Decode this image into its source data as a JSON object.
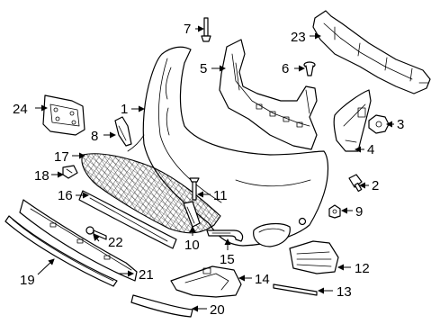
{
  "callouts": [
    {
      "id": "1",
      "label": "1"
    },
    {
      "id": "2",
      "label": "2"
    },
    {
      "id": "3",
      "label": "3"
    },
    {
      "id": "4",
      "label": "4"
    },
    {
      "id": "5",
      "label": "5"
    },
    {
      "id": "6",
      "label": "6"
    },
    {
      "id": "7",
      "label": "7"
    },
    {
      "id": "8",
      "label": "8"
    },
    {
      "id": "9",
      "label": "9"
    },
    {
      "id": "10",
      "label": "10"
    },
    {
      "id": "11",
      "label": "11"
    },
    {
      "id": "12",
      "label": "12"
    },
    {
      "id": "13",
      "label": "13"
    },
    {
      "id": "14",
      "label": "14"
    },
    {
      "id": "15",
      "label": "15"
    },
    {
      "id": "16",
      "label": "16"
    },
    {
      "id": "17",
      "label": "17"
    },
    {
      "id": "18",
      "label": "18"
    },
    {
      "id": "19",
      "label": "19"
    },
    {
      "id": "20",
      "label": "20"
    },
    {
      "id": "21",
      "label": "21"
    },
    {
      "id": "22",
      "label": "22"
    },
    {
      "id": "23",
      "label": "23"
    },
    {
      "id": "24",
      "label": "24"
    }
  ],
  "colors": {
    "line": "#000000",
    "background": "#ffffff"
  }
}
